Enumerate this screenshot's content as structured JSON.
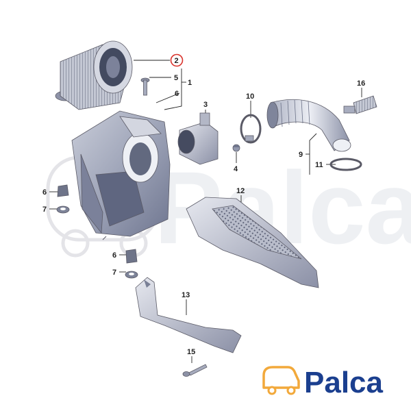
{
  "diagram": {
    "callouts": [
      {
        "id": "c1",
        "label": "1"
      },
      {
        "id": "c2",
        "label": "2",
        "circled": true
      },
      {
        "id": "c3",
        "label": "3"
      },
      {
        "id": "c4",
        "label": "4"
      },
      {
        "id": "c5",
        "label": "5"
      },
      {
        "id": "c6a",
        "label": "6"
      },
      {
        "id": "c6b",
        "label": "6"
      },
      {
        "id": "c6c",
        "label": "6"
      },
      {
        "id": "c7a",
        "label": "7"
      },
      {
        "id": "c7b",
        "label": "7"
      },
      {
        "id": "c9",
        "label": "9"
      },
      {
        "id": "c10",
        "label": "10"
      },
      {
        "id": "c11",
        "label": "11"
      },
      {
        "id": "c12",
        "label": "12"
      },
      {
        "id": "c13",
        "label": "13"
      },
      {
        "id": "c15",
        "label": "15"
      },
      {
        "id": "c16",
        "label": "16"
      }
    ],
    "highlight_color": "#d9322b"
  },
  "brand": {
    "name": "Palca",
    "color": "#1b3f8f",
    "accent": "#f2a93b"
  }
}
